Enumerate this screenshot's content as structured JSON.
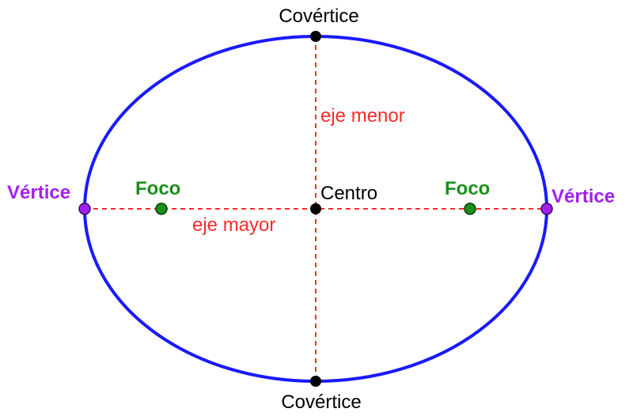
{
  "labels": {
    "covertex_top": "Covértice",
    "covertex_bottom": "Covértice",
    "vertex_left": "Vértice",
    "vertex_right": "Vértice",
    "focus_left": "Foco",
    "focus_right": "Foco",
    "center": "Centro",
    "minor_axis": "eje menor",
    "major_axis": "eje mayor"
  },
  "colors": {
    "ellipse": "#1a1aff",
    "axes": "#ff2a2a",
    "vertex": "#a020f0",
    "focus": "#1a8f1a",
    "point_black": "#000000"
  }
}
